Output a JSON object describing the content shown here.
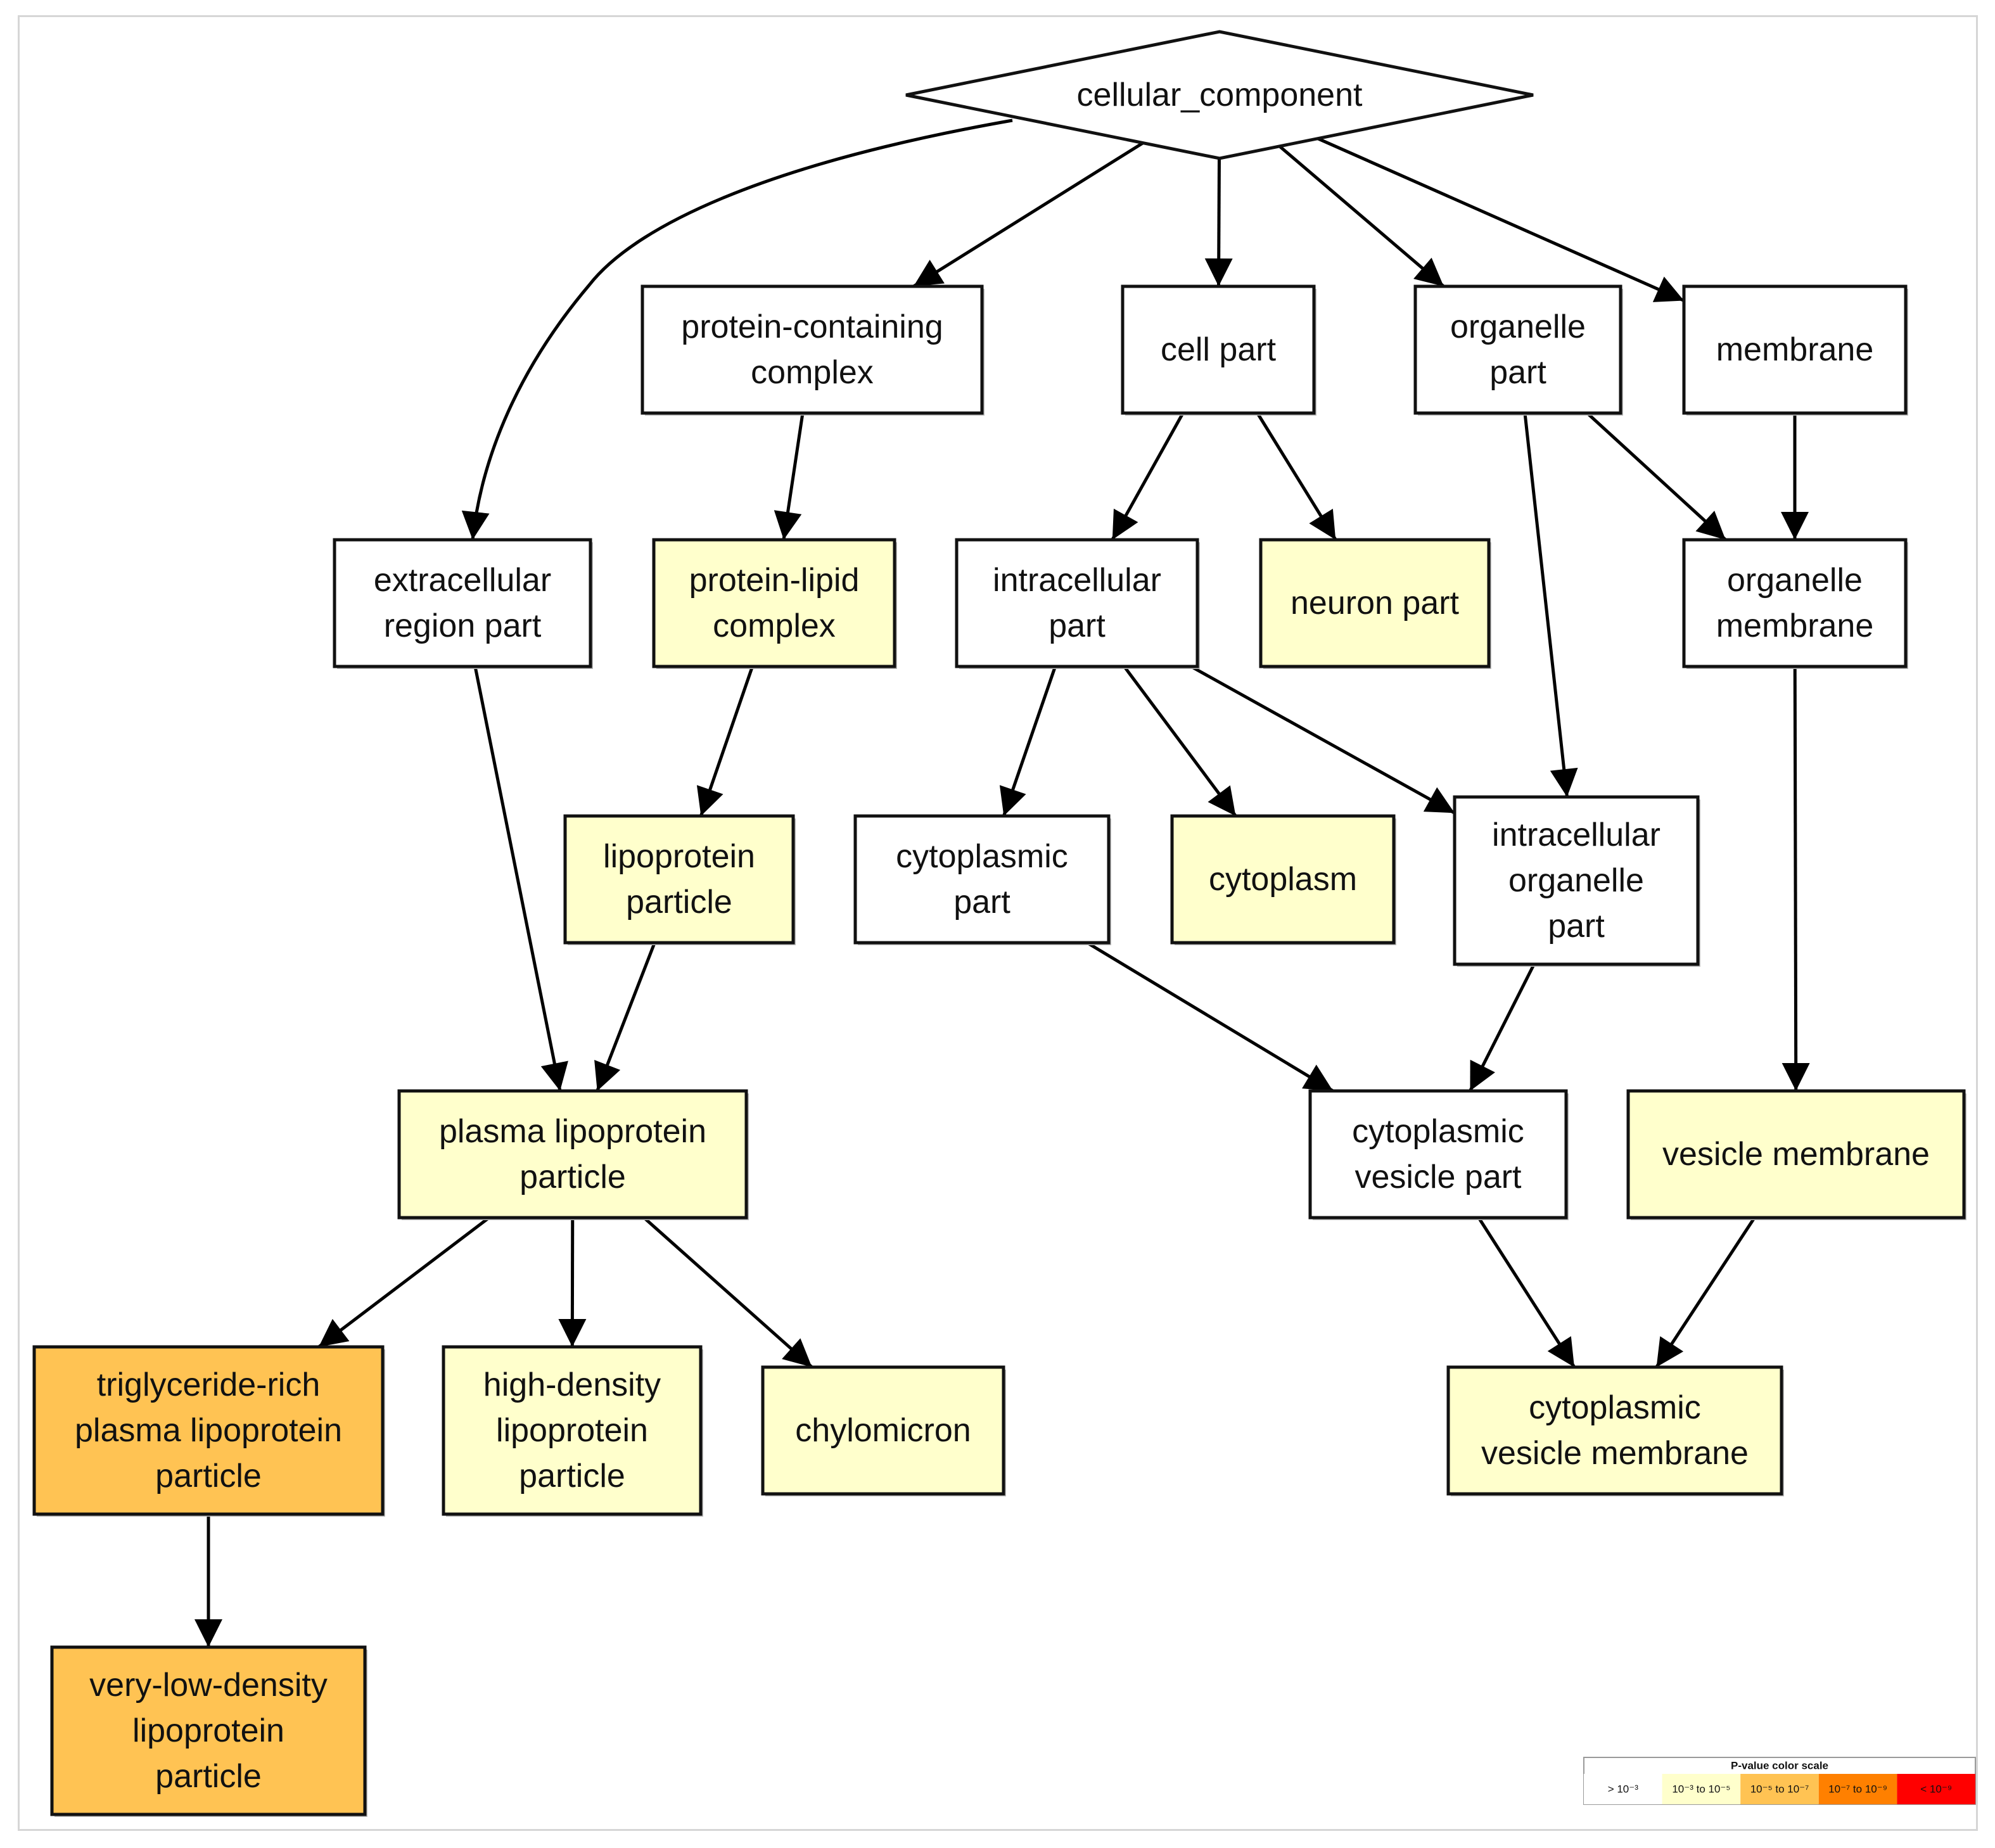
{
  "diagram": {
    "nodes": {
      "cellular_component": {
        "label": [
          "cellular_component"
        ],
        "shape": "diamond",
        "fill": "#ffffff"
      },
      "protein_containing_complex": {
        "label": [
          "protein-containing",
          "complex"
        ],
        "fill": "#ffffff"
      },
      "cell_part": {
        "label": [
          "cell part"
        ],
        "fill": "#ffffff"
      },
      "organelle_part": {
        "label": [
          "organelle",
          "part"
        ],
        "fill": "#ffffff"
      },
      "membrane": {
        "label": [
          "membrane"
        ],
        "fill": "#ffffff"
      },
      "extracellular_region_part": {
        "label": [
          "extracellular",
          "region part"
        ],
        "fill": "#ffffff"
      },
      "protein_lipid_complex": {
        "label": [
          "protein-lipid",
          "complex"
        ],
        "fill": "#ffffcc"
      },
      "intracellular_part": {
        "label": [
          "intracellular",
          "part"
        ],
        "fill": "#ffffff"
      },
      "neuron_part": {
        "label": [
          "neuron part"
        ],
        "fill": "#ffffcc"
      },
      "organelle_membrane": {
        "label": [
          "organelle",
          "membrane"
        ],
        "fill": "#ffffff"
      },
      "lipoprotein_particle": {
        "label": [
          "lipoprotein",
          "particle"
        ],
        "fill": "#ffffcc"
      },
      "cytoplasmic_part": {
        "label": [
          "cytoplasmic",
          "part"
        ],
        "fill": "#ffffff"
      },
      "cytoplasm": {
        "label": [
          "cytoplasm"
        ],
        "fill": "#ffffcc"
      },
      "intracellular_organelle_part": {
        "label": [
          "intracellular",
          "organelle",
          "part"
        ],
        "fill": "#ffffff"
      },
      "plasma_lipoprotein_particle": {
        "label": [
          "plasma lipoprotein",
          "particle"
        ],
        "fill": "#ffffcc"
      },
      "cytoplasmic_vesicle_part": {
        "label": [
          "cytoplasmic",
          "vesicle part"
        ],
        "fill": "#ffffff"
      },
      "vesicle_membrane": {
        "label": [
          "vesicle membrane"
        ],
        "fill": "#ffffcc"
      },
      "triglyceride_rich_plasma_lipoprotein_particle": {
        "label": [
          "triglyceride-rich",
          "plasma lipoprotein",
          "particle"
        ],
        "fill": "#ffc353"
      },
      "high_density_lipoprotein_particle": {
        "label": [
          "high-density",
          "lipoprotein",
          "particle"
        ],
        "fill": "#ffffcc"
      },
      "chylomicron": {
        "label": [
          "chylomicron"
        ],
        "fill": "#ffffcc"
      },
      "cytoplasmic_vesicle_membrane": {
        "label": [
          "cytoplasmic",
          "vesicle membrane"
        ],
        "fill": "#ffffcc"
      },
      "very_low_density_lipoprotein_particle": {
        "label": [
          "very-low-density",
          "lipoprotein",
          "particle"
        ],
        "fill": "#ffc353"
      }
    },
    "edges": [
      [
        "cellular_component",
        "extracellular_region_part"
      ],
      [
        "cellular_component",
        "protein_containing_complex"
      ],
      [
        "cellular_component",
        "cell_part"
      ],
      [
        "cellular_component",
        "organelle_part"
      ],
      [
        "cellular_component",
        "membrane"
      ],
      [
        "protein_containing_complex",
        "protein_lipid_complex"
      ],
      [
        "cell_part",
        "intracellular_part"
      ],
      [
        "cell_part",
        "neuron_part"
      ],
      [
        "organelle_part",
        "intracellular_organelle_part"
      ],
      [
        "organelle_part",
        "organelle_membrane"
      ],
      [
        "membrane",
        "organelle_membrane"
      ],
      [
        "extracellular_region_part",
        "plasma_lipoprotein_particle"
      ],
      [
        "protein_lipid_complex",
        "lipoprotein_particle"
      ],
      [
        "intracellular_part",
        "cytoplasmic_part"
      ],
      [
        "intracellular_part",
        "cytoplasm"
      ],
      [
        "intracellular_part",
        "intracellular_organelle_part"
      ],
      [
        "organelle_membrane",
        "vesicle_membrane"
      ],
      [
        "lipoprotein_particle",
        "plasma_lipoprotein_particle"
      ],
      [
        "cytoplasmic_part",
        "cytoplasmic_vesicle_part"
      ],
      [
        "intracellular_organelle_part",
        "cytoplasmic_vesicle_part"
      ],
      [
        "plasma_lipoprotein_particle",
        "triglyceride_rich_plasma_lipoprotein_particle"
      ],
      [
        "plasma_lipoprotein_particle",
        "high_density_lipoprotein_particle"
      ],
      [
        "plasma_lipoprotein_particle",
        "chylomicron"
      ],
      [
        "cytoplasmic_vesicle_part",
        "cytoplasmic_vesicle_membrane"
      ],
      [
        "vesicle_membrane",
        "cytoplasmic_vesicle_membrane"
      ],
      [
        "triglyceride_rich_plasma_lipoprotein_particle",
        "very_low_density_lipoprotein_particle"
      ]
    ]
  },
  "legend": {
    "title": "P-value color scale",
    "items": [
      {
        "label": "> 10⁻³",
        "color": "#ffffff"
      },
      {
        "label": "10⁻³ to 10⁻⁵",
        "color": "#ffffcc"
      },
      {
        "label": "10⁻⁵ to 10⁻⁷",
        "color": "#ffc353"
      },
      {
        "label": "10⁻⁷ to 10⁻⁹",
        "color": "#ff8000"
      },
      {
        "label": "< 10⁻⁹",
        "color": "#ff0000"
      }
    ]
  }
}
